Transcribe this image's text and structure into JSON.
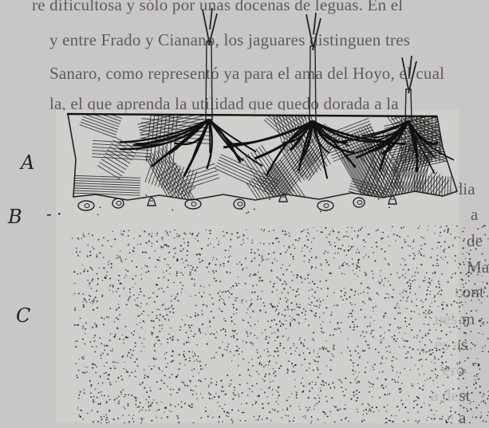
{
  "figure": {
    "layer_labels": {
      "a": "A",
      "b": "B",
      "c": "C"
    },
    "b_marker": "- ·",
    "tree_count": 3,
    "background_text_lines": [
      "re dificultosa y sólo por unas docenas de leguas. En el",
      "y entre Frado y Cianano, los jaguares distinguen tres",
      "Sanaro, como representó ya para el ama del Hoyo, el cual",
      "la, el que aprenda la utilidad que quedo dorada a la"
    ],
    "background_right_fragments": [
      "adia",
      "a",
      "de",
      "Ma",
      "cont",
      "ues m",
      "es as",
      "ero",
      "a dest",
      "e a"
    ],
    "colors": {
      "ink": "#222222",
      "paper": "#c9c7c5",
      "faded_text": "#5e5c5a"
    }
  }
}
